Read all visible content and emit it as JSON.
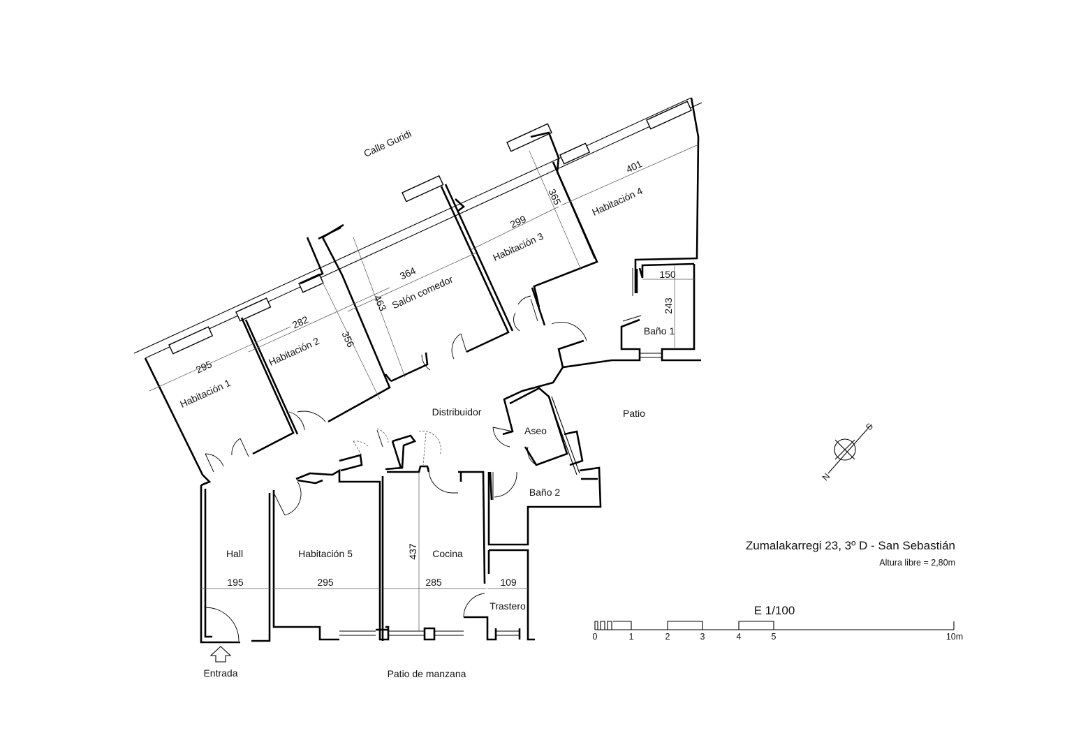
{
  "street_label": "Calle Guridi",
  "rooms": {
    "habitacion_1": "Habitación 1",
    "habitacion_2": "Habitación 2",
    "salon_comedor": "Salón comedor",
    "habitacion_3": "Habitación 3",
    "habitacion_4": "Habitación 4",
    "bano_1": "Baño 1",
    "distribuidor": "Distribuidor",
    "patio": "Patio",
    "aseo": "Aseo",
    "bano_2": "Baño 2",
    "hall": "Hall",
    "habitacion_5": "Habitación 5",
    "cocina": "Cocina",
    "trastero": "Trastero"
  },
  "dimensions": {
    "hab1_width": "295",
    "hab2_width": "282",
    "hab2_depth": "356",
    "salon_width": "364",
    "salon_depth": "463",
    "hab3_width": "299",
    "hab3_depth": "365",
    "hab4_width": "401",
    "bano1_width": "150",
    "bano1_depth": "243",
    "hall_width": "195",
    "hab5_width": "295",
    "cocina_width": "285",
    "cocina_depth": "437",
    "trastero_width": "109"
  },
  "labels": {
    "entrance": "Entrada",
    "patio_manzana": "Patio de manzana"
  },
  "title_block": {
    "address": "Zumalakarregi 23, 3º D - San Sebastián",
    "height_note": "Altura libre = 2,80m"
  },
  "scale": {
    "label": "E 1/100",
    "ticks": [
      "0",
      "1",
      "2",
      "3",
      "4",
      "5",
      "10m"
    ]
  },
  "compass": {
    "north": "N",
    "south": "S"
  }
}
